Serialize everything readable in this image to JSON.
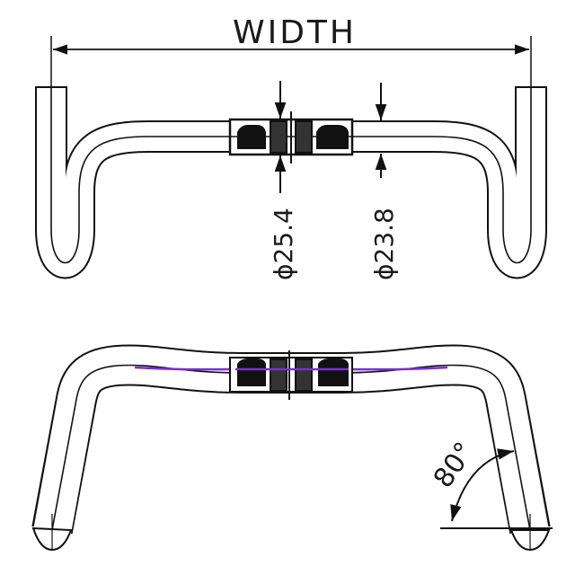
{
  "dimensions": {
    "width_label": "WIDTH",
    "clamp_diameter_label": "ϕ25.4",
    "grip_diameter_label": "ϕ23.8",
    "drop_angle_label": "80°"
  },
  "colors": {
    "line": "#111111",
    "center_line": "#7a2fd6"
  }
}
